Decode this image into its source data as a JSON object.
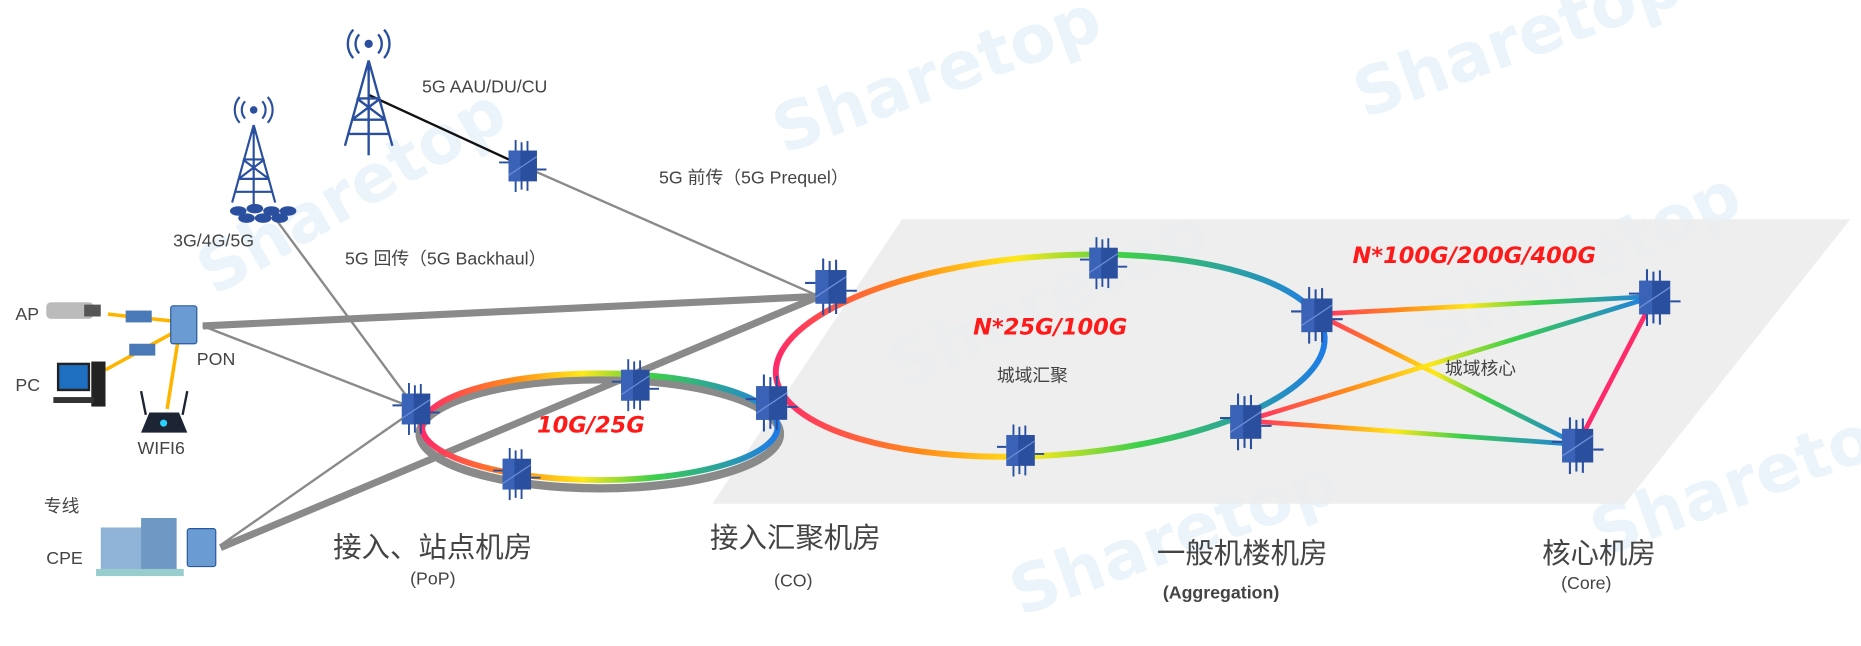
{
  "watermark": "Sharetop",
  "colors": {
    "blue": "#1e73be",
    "red": "#ff1a1a",
    "chip": "#2a4f9e",
    "plane": "#ececec",
    "link": "#888888"
  },
  "labels": {
    "tower_5g": "5G AAU/DU/CU",
    "tower_multi": "3G/4G/5G",
    "fronthaul": "5G 前传（5G Prequel）",
    "backhaul": "5G 回传（5G Backhaul）",
    "ap": "AP",
    "pc": "PC",
    "pon": "PON",
    "wifi6": "WIFI6",
    "leased_line": "专线",
    "cpe": "CPE",
    "ring_access": "10G/25G",
    "ring_agg_speed": "N*25G/100G",
    "ring_agg_name": "城域汇聚",
    "core_speed": "N*100G/200G/400G",
    "core_name": "城域核心"
  },
  "zones": [
    {
      "name": "接入、站点机房",
      "abbr": "(PoP)"
    },
    {
      "name": "接入汇聚机房",
      "abbr": "(CO)"
    },
    {
      "name": "一般机楼机房",
      "abbr": "(Aggregation)"
    },
    {
      "name": "核心机房",
      "abbr": "(Core)"
    }
  ]
}
